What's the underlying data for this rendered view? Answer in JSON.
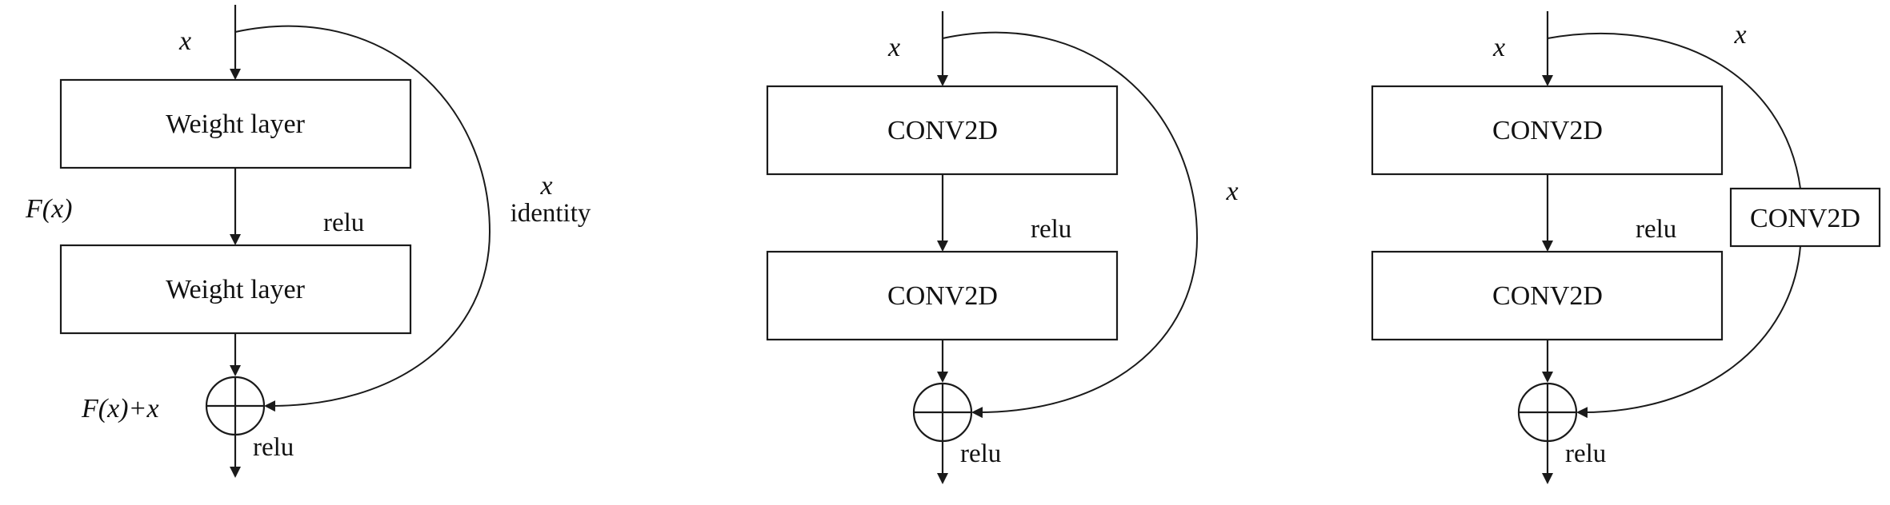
{
  "panels": [
    {
      "input_label": "x",
      "block1": "Weight layer",
      "block2": "Weight layer",
      "mid_label": "F(x)",
      "relu_mid": "relu",
      "sum_label": "F(x)+x",
      "relu_out": "relu",
      "skip_x": "x",
      "skip_name": "identity"
    },
    {
      "input_label": "x",
      "block1": "CONV2D",
      "block2": "CONV2D",
      "relu_mid": "relu",
      "relu_out": "relu",
      "skip_x": "x"
    },
    {
      "input_label": "x",
      "block1": "CONV2D",
      "block2": "CONV2D",
      "relu_mid": "relu",
      "relu_out": "relu",
      "skip_x": "x",
      "skip_block": "CONV2D"
    }
  ]
}
